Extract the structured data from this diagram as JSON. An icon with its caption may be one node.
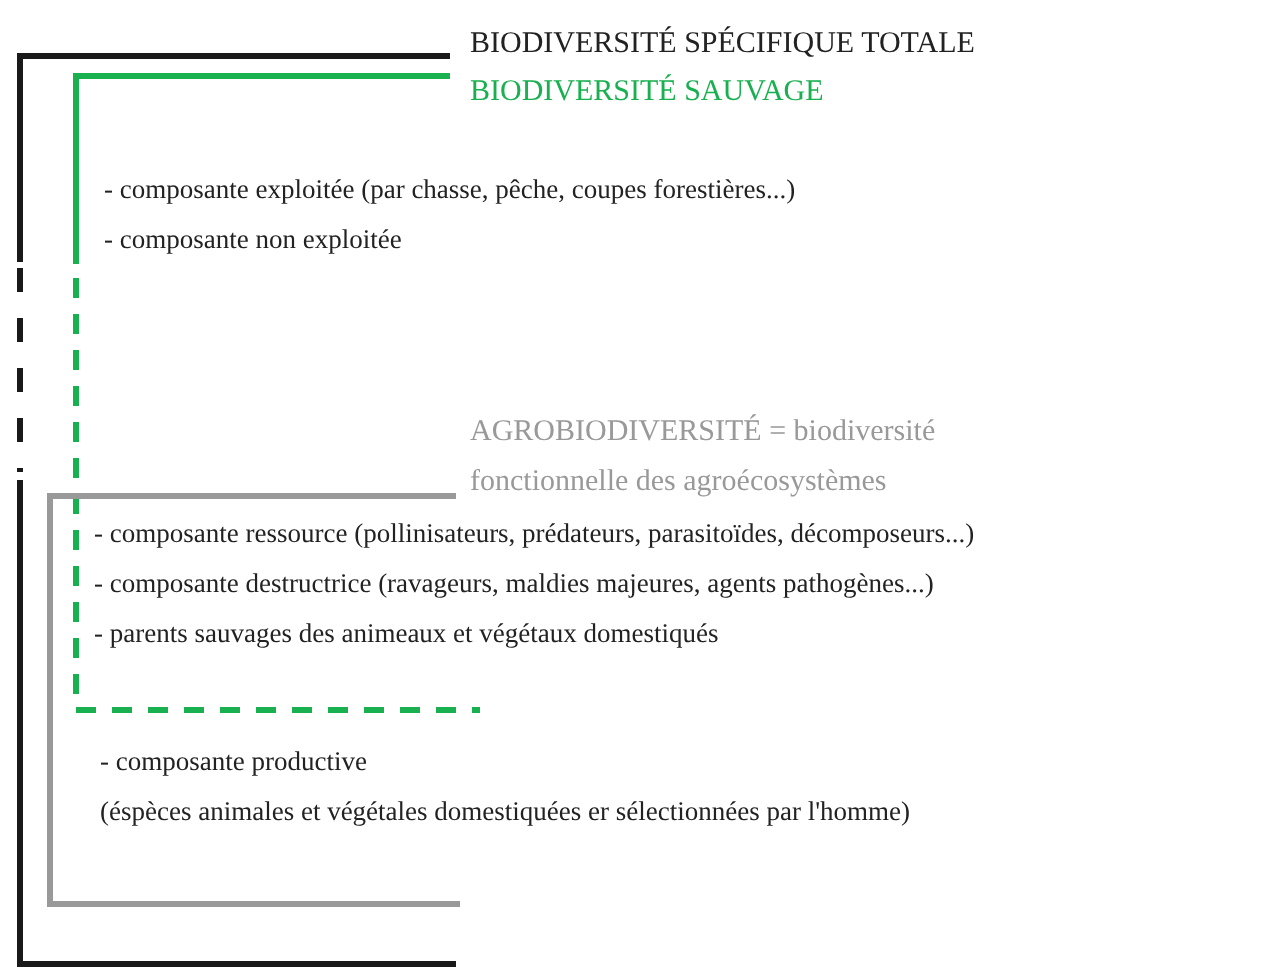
{
  "diagram": {
    "nodes": [
      {
        "text": [
          "BIODIVERSITÉ SPÉCIFIQUE TOTALE"
        ]
      },
      {
        "text": [
          "BIODIVERSITÉ SAUVAGE",
          "- composante exploitée (par chasse, pêche, coupes forestières...)",
          "- composante non exploitée"
        ],
        "in": 0
      },
      {
        "text": [
          "AGROBIODIVERSITÉ = biodiversité fonctionnelle des agroécosystèmes",
          "- composante ressource (pollinisateurs, prédateurs, parasitoïdes, décomposeurs...)",
          "- composante destructrice (ravageurs, maldies majeures, agents pathogènes...)",
          "- parents sauvages des animeaux et végétaux domestiqués",
          "- composante productive",
          "(éspèces animales et végétales domestiquées er sélectionnées par l'homme)"
        ],
        "in": 0
      }
    ]
  }
}
